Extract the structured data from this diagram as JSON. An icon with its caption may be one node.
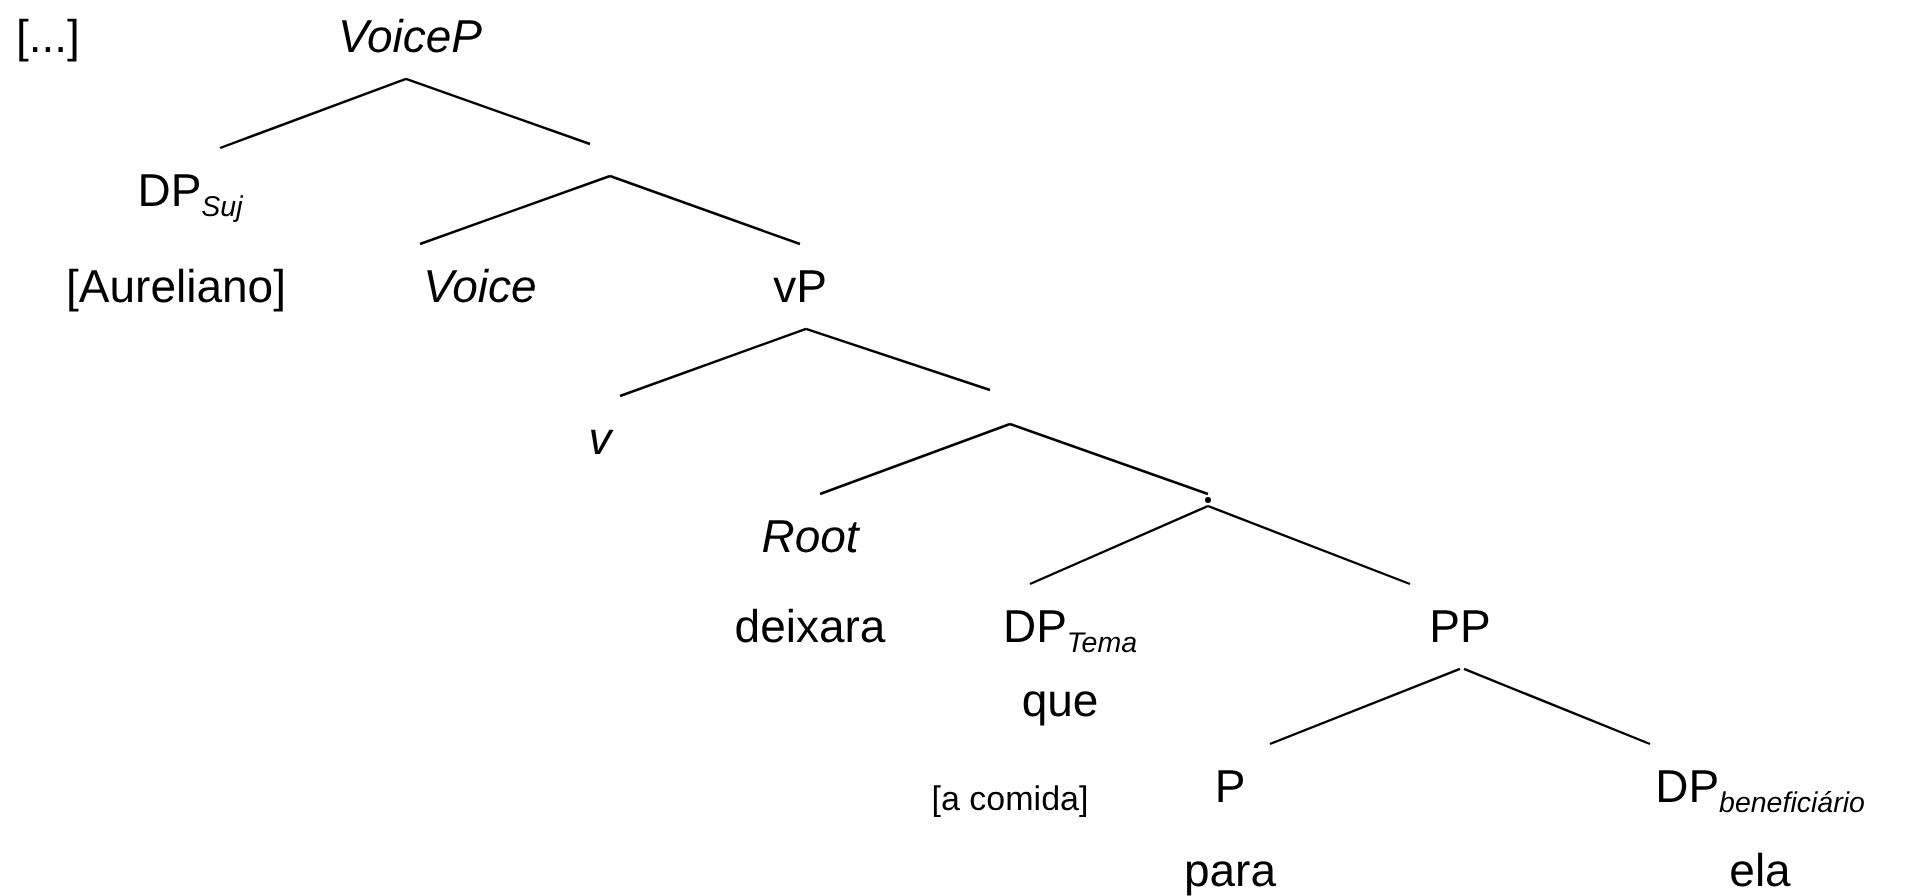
{
  "diagram": {
    "nodes": [
      {
        "text": [
          "VoiceP"
        ]
      },
      {
        "text": [
          "DP$_{Suj}$",
          "[Aureliano]"
        ]
      },
      {
        "text": [
          "Voice"
        ]
      },
      {
        "text": [
          "vP"
        ]
      },
      {
        "text": [
          "v"
        ]
      },
      {
        "text": [
          "Root",
          "deixara"
        ]
      },
      {
        "text": [
          "DP$_{Tema}$",
          "que",
          "[a comida]"
        ]
      },
      {
        "text": [
          "PP"
        ]
      },
      {
        "text": [
          "P",
          "para"
        ]
      },
      {
        "text": [
          "DP$_{beneficiário}$",
          "ela"
        ]
      },
      {
        "text": [],
        "shape": "point"
      }
    ],
    "edges": [
      {
        "from": 0,
        "to": 1,
        "arrow": "none"
      },
      {
        "from": 0,
        "to": null,
        "arrow": "none"
      },
      {
        "from": null,
        "to": 2,
        "arrow": "none"
      },
      {
        "from": null,
        "to": 3,
        "arrow": "none"
      },
      {
        "from": 3,
        "to": 4,
        "arrow": "none"
      },
      {
        "from": 3,
        "to": null,
        "arrow": "none"
      },
      {
        "from": null,
        "to": 5,
        "arrow": "none"
      },
      {
        "from": null,
        "to": 10,
        "arrow": "none"
      },
      {
        "from": 10,
        "to": 6,
        "arrow": "none"
      },
      {
        "from": 10,
        "to": 7,
        "arrow": "none"
      },
      {
        "from": 7,
        "to": 8,
        "arrow": "none"
      },
      {
        "from": 7,
        "to": 9,
        "arrow": "none"
      }
    ],
    "labels": [
      "[...]"
    ]
  }
}
